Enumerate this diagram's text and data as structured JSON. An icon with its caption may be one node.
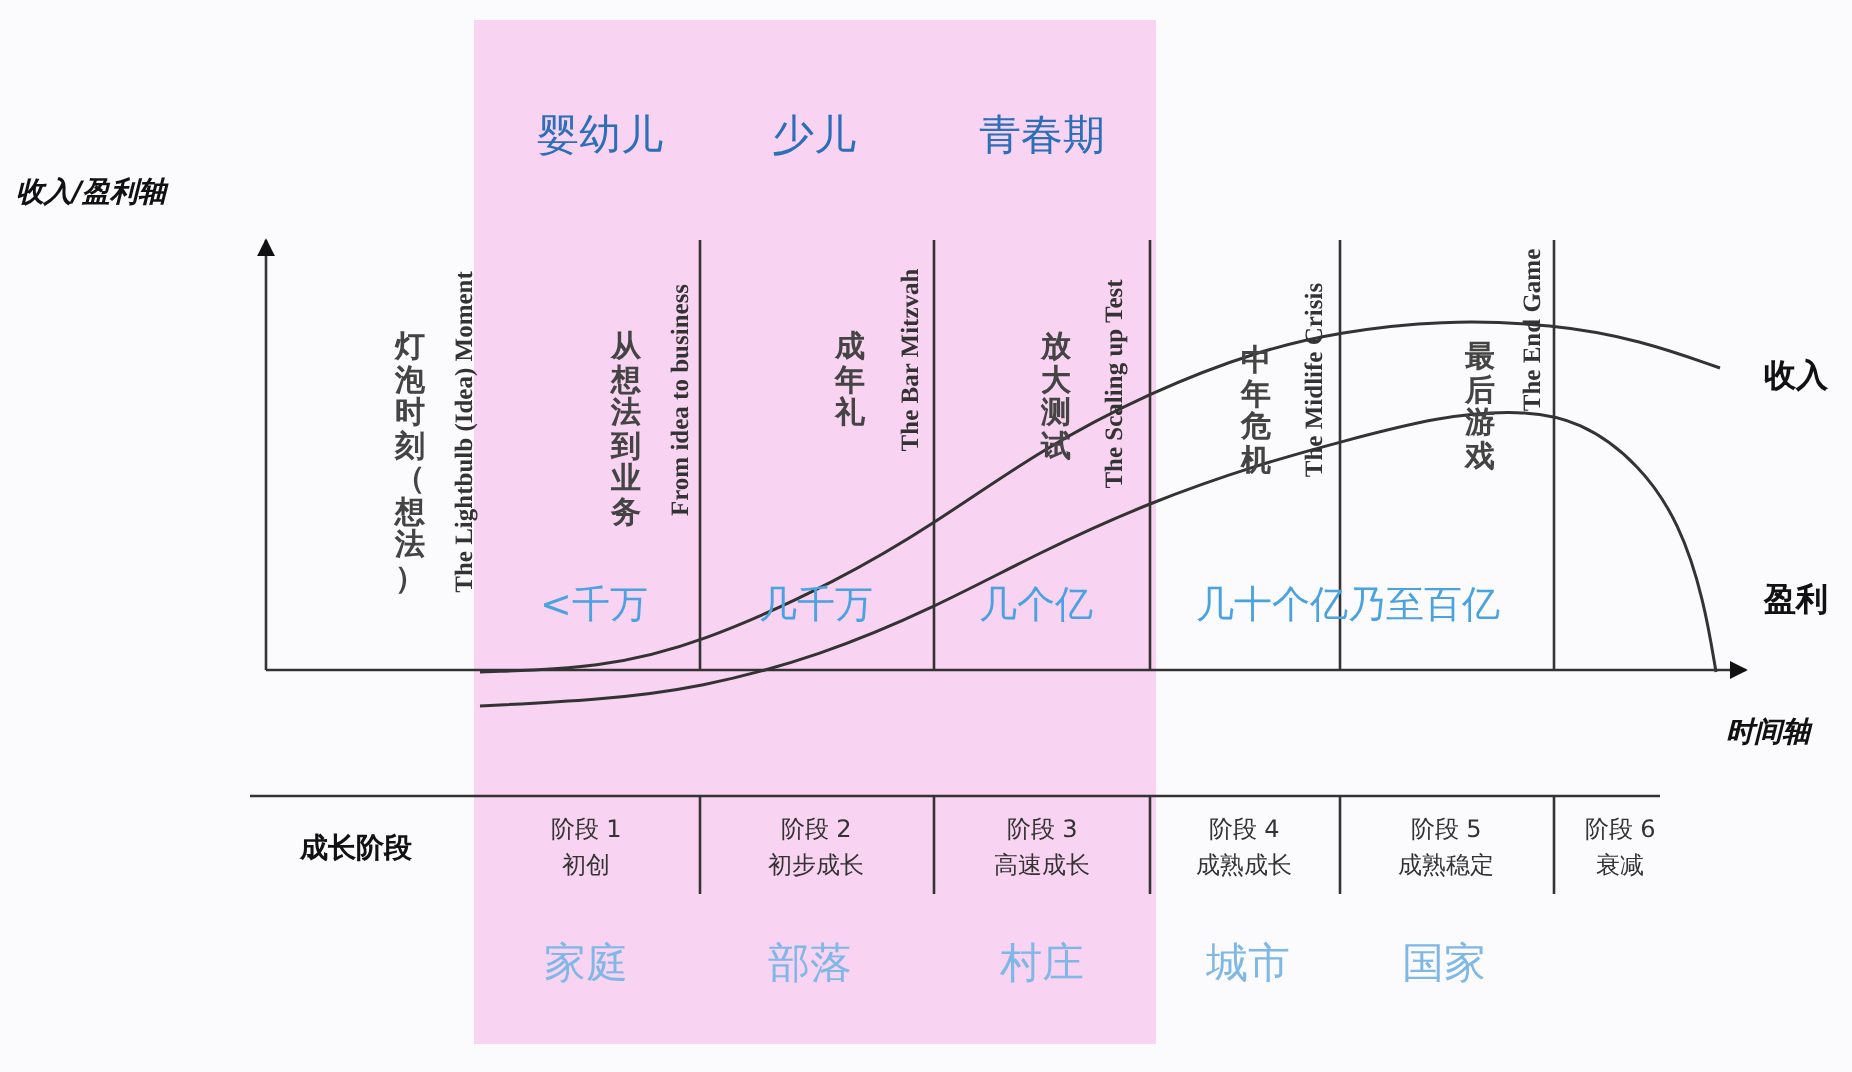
{
  "diagram": {
    "labels": [
      "收入/盈利轴",
      "婴幼儿",
      "少儿",
      "青春期",
      "灯泡时刻（想法）",
      "The Lightbulb (Idea) Moment",
      "从想法到业务",
      "From idea to business",
      "成年礼",
      "The Bar Mitzvah",
      "放大测试",
      "The Scaling up Test",
      "中年危机",
      "The Midlife Crisis",
      "最后游戏",
      "The End Game",
      "收入",
      "<千万",
      "几千万",
      "几个亿",
      "几十个亿乃至百亿",
      "盈利",
      "时间轴",
      "成长阶段",
      "阶段 1",
      "初创",
      "阶段 2",
      "初步成长",
      "阶段 3",
      "高速成长",
      "阶段 4",
      "成熟成长",
      "阶段 5",
      "成熟稳定",
      "阶段 6",
      "衰减",
      "家庭",
      "部落",
      "村庄",
      "城市",
      "国家"
    ]
  }
}
